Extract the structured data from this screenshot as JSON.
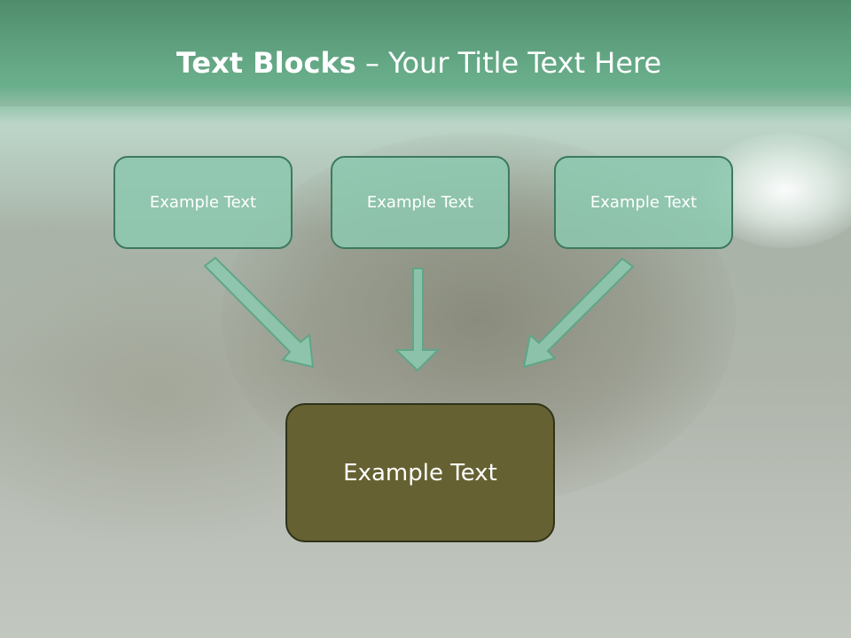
{
  "title": {
    "bold": "Text Blocks",
    "separator": " – ",
    "rest": "Your Title Text Here"
  },
  "top_boxes": [
    {
      "label": "Example Text"
    },
    {
      "label": "Example Text"
    },
    {
      "label": "Example Text"
    }
  ],
  "main_box": {
    "label": "Example Text"
  },
  "colors": {
    "header": "#5ea07e",
    "box_fill": "#8cc8af",
    "box_border": "#3d7a5e",
    "main_fill": "#656132",
    "main_border": "#2f3218",
    "arrow_fill": "#8cc8af"
  }
}
